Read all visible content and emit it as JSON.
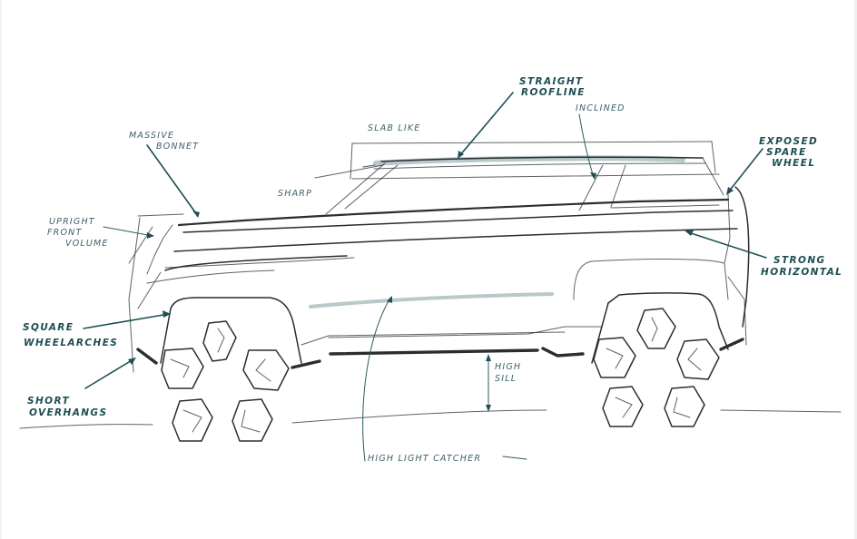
{
  "sketch": {
    "subject": "SUV side view design sketch",
    "ink_color": "#1d4d53",
    "line_color": "#2a2e30",
    "highlight_color": "#b9c8ca",
    "background": "#ffffff"
  },
  "annotations": {
    "massive_bonnet": {
      "line1": "MASSIVE",
      "line2": "BONNET"
    },
    "upright_front_volume": {
      "line1": "UPRIGHT",
      "line2": "FRONT",
      "line3": "VOLUME"
    },
    "slab_like": {
      "line1": "SLAB LIKE"
    },
    "straight_roofline": {
      "line1": "STRAIGHT",
      "line2": "ROOFLINE"
    },
    "inclined": {
      "line1": "INCLINED"
    },
    "sharp": {
      "line1": "SHARP"
    },
    "exposed_spare_wheel": {
      "line1": "EXPOSED",
      "line2": "SPARE",
      "line3": "WHEEL"
    },
    "strong_horizontal": {
      "line1": "STRONG",
      "line2": "HORIZONTAL"
    },
    "square_wheelarches": {
      "line1": "SQUARE",
      "line2": "WHEELARCHES"
    },
    "short_overhangs": {
      "line1": "SHORT",
      "line2": "OVERHANGS"
    },
    "high_sill": {
      "line1": "HIGH",
      "line2": "SILL"
    },
    "highlight_catcher": {
      "line1": "HIGH LIGHT CATCHER"
    }
  }
}
